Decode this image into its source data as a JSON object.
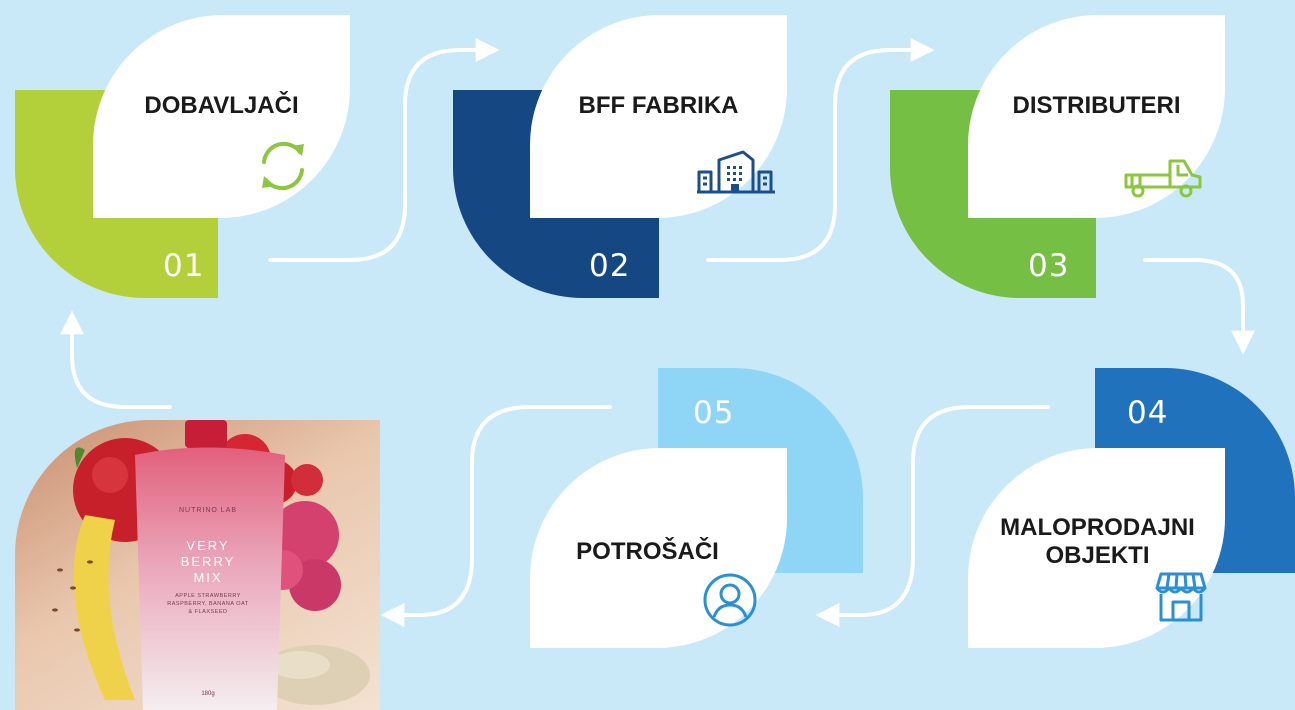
{
  "steps": [
    {
      "number": "01",
      "title": "DOBAVLJAČI",
      "icon": "refresh-icon"
    },
    {
      "number": "02",
      "title": "BFF FABRIKA",
      "icon": "factory-building-icon"
    },
    {
      "number": "03",
      "title": "DISTRIBUTERI",
      "icon": "truck-icon"
    },
    {
      "number": "04",
      "title": "MALOPRODAJNI OBJEKTI",
      "icon": "store-icon"
    },
    {
      "number": "05",
      "title": "POTROŠAČI",
      "icon": "user-icon"
    }
  ],
  "product": {
    "brand": "NUTRINO LAB",
    "name_line1": "VERY",
    "name_line2": "BERRY",
    "name_line3": "MIX",
    "ingredients": "APPLE STRAWBERRY RASPBERRY, BANANA OAT & FLAXSEED",
    "weight": "180g"
  },
  "colors": {
    "lime": "#b3cf3a",
    "navy": "#154783",
    "green": "#76bf45",
    "blue": "#1f72bb",
    "light_blue": "#8fd5f5",
    "background": "#c9e8f8",
    "icon_green": "#8cc63f",
    "icon_navy": "#1b4f8a",
    "icon_blue": "#2a8fd3"
  }
}
